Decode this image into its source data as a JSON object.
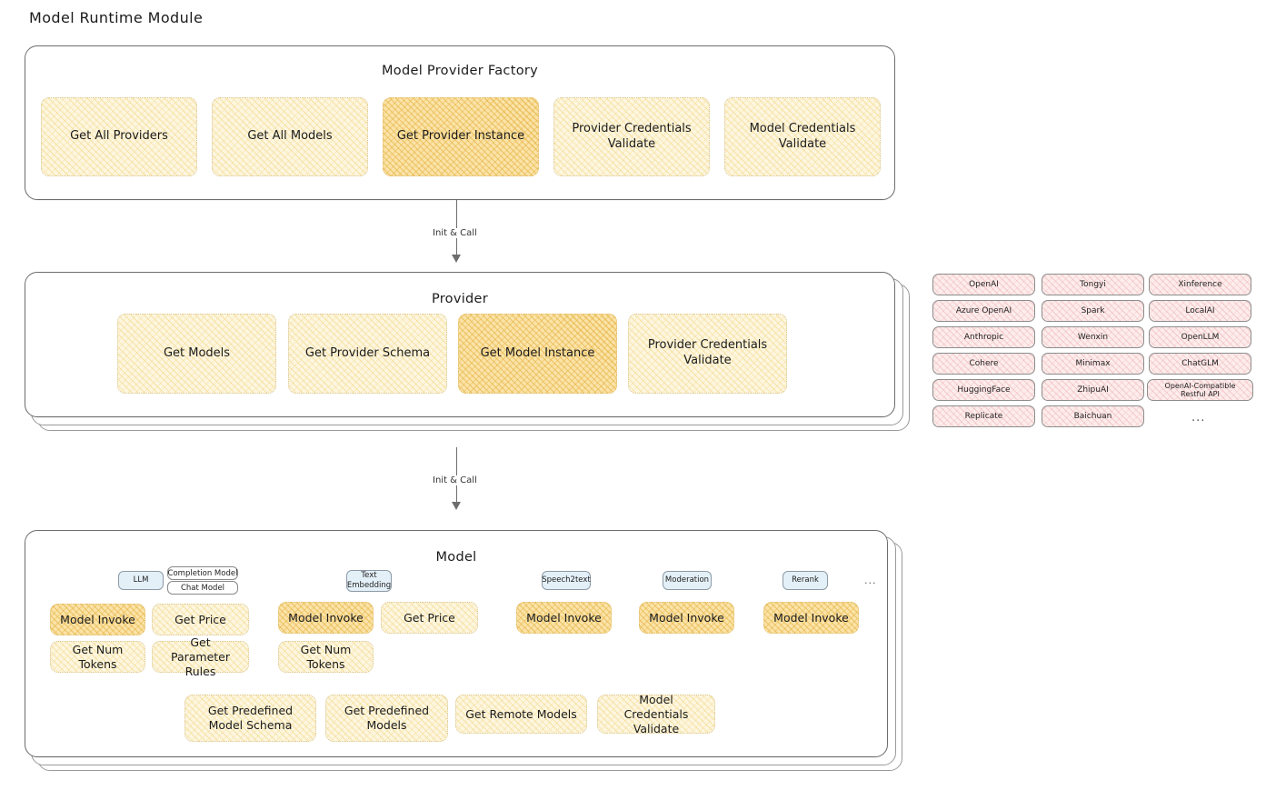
{
  "title": "Model Runtime Module",
  "factory": {
    "title": "Model Provider Factory",
    "boxes": [
      {
        "label": "Get All Providers",
        "highlighted": false
      },
      {
        "label": "Get All Models",
        "highlighted": false
      },
      {
        "label": "Get Provider Instance",
        "highlighted": true
      },
      {
        "label": "Provider Credentials Validate",
        "highlighted": false
      },
      {
        "label": "Model Credentials Validate",
        "highlighted": false
      }
    ]
  },
  "arrows": [
    {
      "label": "Init & Call"
    },
    {
      "label": "Init & Call"
    }
  ],
  "provider": {
    "title": "Provider",
    "boxes": [
      {
        "label": "Get Models",
        "highlighted": false
      },
      {
        "label": "Get Provider Schema",
        "highlighted": false
      },
      {
        "label": "Get Model Instance",
        "highlighted": true
      },
      {
        "label": "Provider Credentials Validate",
        "highlighted": false
      }
    ]
  },
  "provider_list": {
    "column1": [
      "OpenAI",
      "Azure OpenAI",
      "Anthropic",
      "Cohere",
      "HuggingFace",
      "Replicate"
    ],
    "column2": [
      "Tongyi",
      "Spark",
      "Wenxin",
      "Minimax",
      "ZhipuAI",
      "Baichuan"
    ],
    "column3": [
      "Xinference",
      "LocalAI",
      "OpenLLM",
      "ChatGLM",
      "OpenAI-Compatible Restful API"
    ],
    "more": "..."
  },
  "model": {
    "title": "Model",
    "more": "...",
    "types": [
      {
        "name": "LLM",
        "badges": [
          "Completion Model",
          "Chat Model"
        ],
        "methods": [
          {
            "label": "Model Invoke",
            "highlighted": true
          },
          {
            "label": "Get Price",
            "highlighted": false
          },
          {
            "label": "Get Num Tokens",
            "highlighted": false
          },
          {
            "label": "Get Parameter Rules",
            "highlighted": false
          }
        ]
      },
      {
        "name": "Text Embedding",
        "badges": [],
        "methods": [
          {
            "label": "Model Invoke",
            "highlighted": true
          },
          {
            "label": "Get Price",
            "highlighted": false
          },
          {
            "label": "Get Num Tokens",
            "highlighted": false
          }
        ]
      },
      {
        "name": "Speech2text",
        "badges": [],
        "methods": [
          {
            "label": "Model Invoke",
            "highlighted": true
          }
        ]
      },
      {
        "name": "Moderation",
        "badges": [],
        "methods": [
          {
            "label": "Model Invoke",
            "highlighted": true
          }
        ]
      },
      {
        "name": "Rerank",
        "badges": [],
        "methods": [
          {
            "label": "Model Invoke",
            "highlighted": true
          }
        ]
      }
    ],
    "shared_methods": [
      {
        "label": "Get Predefined Model Schema"
      },
      {
        "label": "Get Predefined Models"
      },
      {
        "label": "Get Remote Models"
      },
      {
        "label": "Model Credentials Validate"
      }
    ]
  },
  "colors": {
    "highlight_fill": "#fbe3a8",
    "box_fill": "#fdf6df",
    "chip_fill": "#fdecec",
    "mchip_fill": "#e4f0f8",
    "stroke": "#6d6d6d"
  }
}
